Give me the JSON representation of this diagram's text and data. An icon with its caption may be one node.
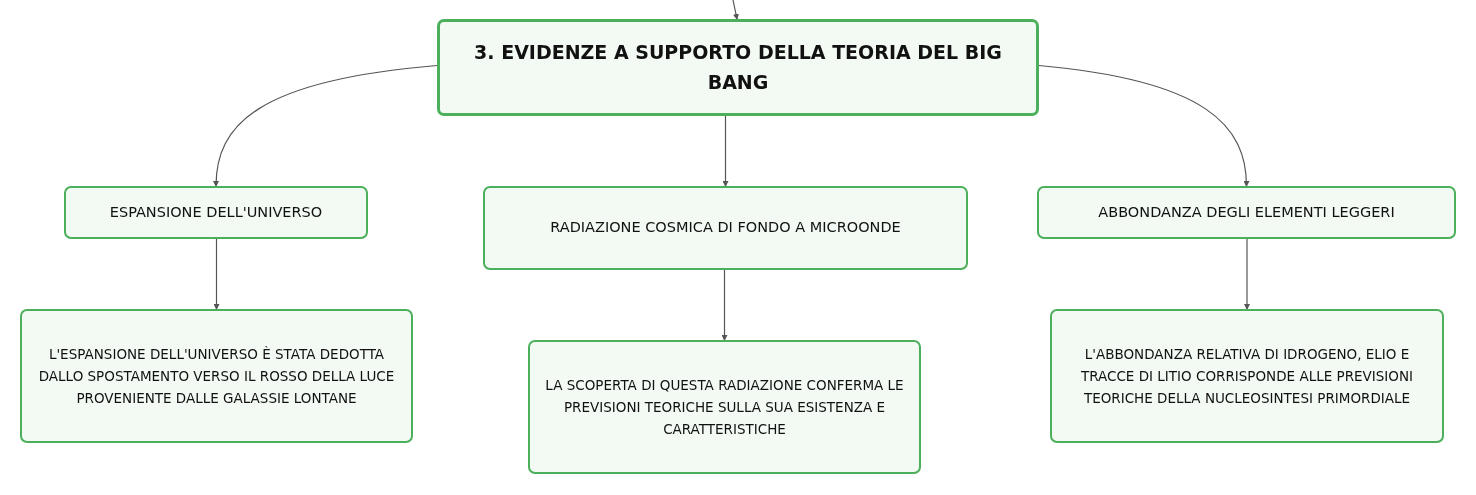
{
  "diagram": {
    "nodes": [
      {
        "text": [
          "3. EVIDENZE A SUPPORTO DELLA TEORIA DEL BIG BANG"
        ]
      },
      {
        "text": [
          "ESPANSIONE DELL'UNIVERSO"
        ]
      },
      {
        "text": [
          "RADIAZIONE COSMICA DI FONDO A MICROONDE"
        ]
      },
      {
        "text": [
          "ABBONDANZA DEGLI ELEMENTI LEGGERI"
        ]
      },
      {
        "text": [
          "L'ESPANSIONE DELL'UNIVERSO È STATA DEDOTTA DALLO SPOSTAMENTO VERSO IL ROSSO DELLA LUCE PROVENIENTE DALLE GALASSIE LONTANE"
        ]
      },
      {
        "text": [
          "LA SCOPERTA DI QUESTA RADIAZIONE CONFERMA LE PREVISIONI TEORICHE SULLA SUA ESISTENZA E CARATTERISTICHE"
        ]
      },
      {
        "text": [
          "L'ABBONDANZA RELATIVA DI IDROGENO, ELIO E TRACCE DI LITIO CORRISPONDE ALLE PREVISIONI TEORICHE DELLA NUCLEOSINTESI PRIMORDIALE"
        ]
      }
    ],
    "edges": [
      {
        "from": null,
        "to": 0,
        "arrow": "to"
      },
      {
        "from": 0,
        "to": 1,
        "arrow": "to"
      },
      {
        "from": 0,
        "to": 2,
        "arrow": "to"
      },
      {
        "from": 0,
        "to": 3,
        "arrow": "to"
      },
      {
        "from": 1,
        "to": 4,
        "arrow": "to"
      },
      {
        "from": 2,
        "to": 5,
        "arrow": "to"
      },
      {
        "from": 3,
        "to": 6,
        "arrow": "to"
      }
    ]
  }
}
